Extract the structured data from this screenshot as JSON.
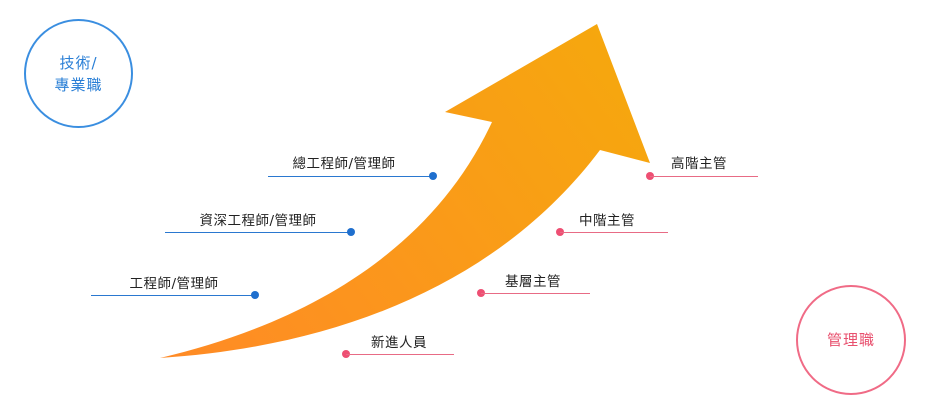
{
  "colors": {
    "tech": "#2a7fd6",
    "management": "#e8506e",
    "arrow_start": "#ff8a26",
    "arrow_end": "#f6a70e"
  },
  "tech_circle": {
    "line1": "技術/",
    "line2": "專業職"
  },
  "management_circle": {
    "label": "管理職"
  },
  "tech_levels": [
    {
      "label": "總工程師/管理師"
    },
    {
      "label": "資深工程師/管理師"
    },
    {
      "label": "工程師/管理師"
    }
  ],
  "management_levels": [
    {
      "label": "高階主管"
    },
    {
      "label": "中階主管"
    },
    {
      "label": "基層主管"
    },
    {
      "label": "新進人員"
    }
  ]
}
